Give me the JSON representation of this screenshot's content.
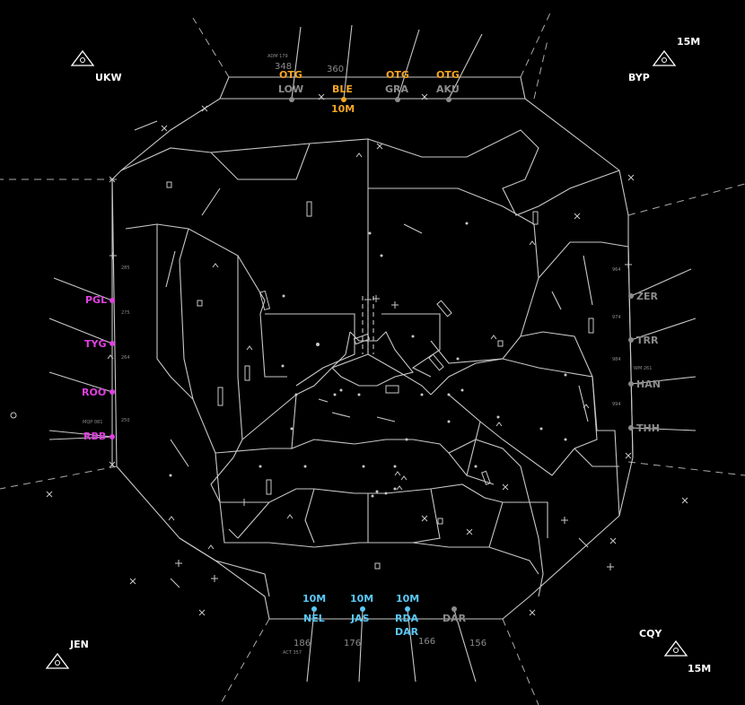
{
  "colors": {
    "background": "#000000",
    "sector_lines": "#c8c8c8",
    "inactive_gate": "#8c8c8c",
    "active_north": "#f5a623",
    "active_west": "#e040e0",
    "active_south": "#5bc8f5",
    "beacon": "#ffffff"
  },
  "beacons": [
    {
      "id": "UKW",
      "label": "UKW"
    },
    {
      "id": "BYP",
      "label": "BYP",
      "extra": "15M"
    },
    {
      "id": "JEN",
      "label": "JEN"
    },
    {
      "id": "CQY",
      "label": "CQY",
      "extra": "15M"
    }
  ],
  "north_gates": [
    {
      "name": "LOW",
      "status": "OTG",
      "state": "inactive"
    },
    {
      "name": "BLE",
      "status": "10M",
      "state": "active"
    },
    {
      "name": "GRA",
      "status": "OTG",
      "state": "inactive"
    },
    {
      "name": "AKU",
      "status": "OTG",
      "state": "inactive"
    }
  ],
  "west_gates": [
    {
      "name": "PGL"
    },
    {
      "name": "TYG"
    },
    {
      "name": "ROO"
    },
    {
      "name": "RBB"
    }
  ],
  "east_gates": [
    {
      "name": "ZER"
    },
    {
      "name": "TRR"
    },
    {
      "name": "HAN"
    },
    {
      "name": "THH"
    }
  ],
  "south_gates": [
    {
      "name": "NEL",
      "status": "10M",
      "state": "active"
    },
    {
      "name": "JAS",
      "status": "10M",
      "state": "active"
    },
    {
      "name": "RDA",
      "status": "10M",
      "state": "active",
      "sub": "DAR"
    },
    {
      "name": "DAR",
      "status": "",
      "state": "inactive"
    }
  ],
  "headings": {
    "north": [
      "348",
      "360"
    ],
    "south": [
      "186",
      "176",
      "166",
      "156"
    ],
    "west": [
      "285",
      "275",
      "264",
      "250"
    ],
    "east": [
      "964",
      "974",
      "984",
      "994"
    ]
  },
  "fixes": {
    "north_small": "ADM 179",
    "south_small": "ACT 357",
    "west_small": "MQP 081",
    "east_small": "WM 261"
  }
}
